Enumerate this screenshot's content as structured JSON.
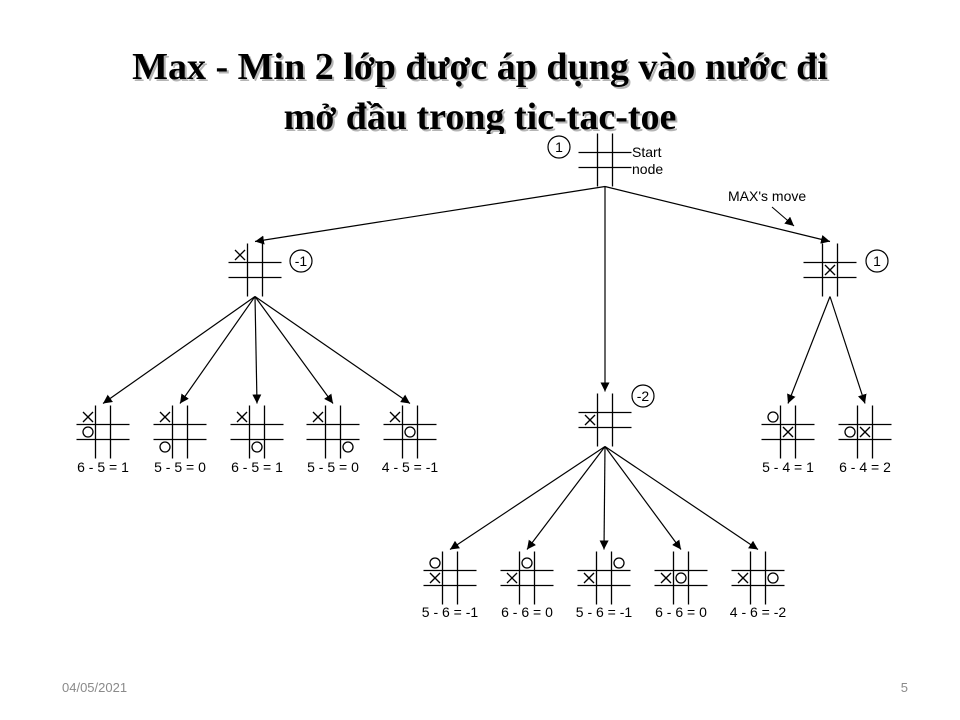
{
  "slide": {
    "title_line1": "Max - Min  2 lớp được áp dụng vào nước đi",
    "title_line2": "mở đầu trong tic-tac-toe",
    "footer_date": "04/05/2021",
    "page_number": "5"
  },
  "diagram": {
    "start_label_line1": "Start",
    "start_label_line2": "node",
    "move_annotation": "MAX's move",
    "nodes": [
      {
        "id": "root",
        "value": "1",
        "cells": [
          "",
          "",
          "",
          "",
          "",
          "",
          "",
          "",
          ""
        ]
      },
      {
        "id": "corner",
        "value": "-1",
        "cells": [
          "X",
          "",
          "",
          "",
          "",
          "",
          "",
          "",
          ""
        ]
      },
      {
        "id": "edge",
        "value": "-2",
        "cells": [
          "",
          "",
          "",
          "X",
          "",
          "",
          "",
          "",
          ""
        ]
      },
      {
        "id": "center",
        "value": "1",
        "cells": [
          "",
          "",
          "",
          "",
          "X",
          "",
          "",
          "",
          ""
        ]
      },
      {
        "id": "c1",
        "label": "6 - 5 = 1",
        "cells": [
          "X",
          "",
          "",
          "O",
          "",
          "",
          "",
          "",
          ""
        ]
      },
      {
        "id": "c2",
        "label": "5 - 5 = 0",
        "cells": [
          "X",
          "",
          "",
          "",
          "",
          "",
          "O",
          "",
          ""
        ]
      },
      {
        "id": "c3",
        "label": "6 - 5 = 1",
        "cells": [
          "X",
          "",
          "",
          "",
          "",
          "",
          "",
          "O",
          ""
        ]
      },
      {
        "id": "c4",
        "label": "5 - 5 = 0",
        "cells": [
          "X",
          "",
          "",
          "",
          "",
          "",
          "",
          "",
          "O"
        ]
      },
      {
        "id": "c5",
        "label": "4 - 5 = -1",
        "cells": [
          "X",
          "",
          "",
          "",
          "O",
          "",
          "",
          "",
          ""
        ]
      },
      {
        "id": "e1",
        "label": "5 - 6 = -1",
        "cells": [
          "O",
          "",
          "",
          "X",
          "",
          "",
          "",
          "",
          ""
        ]
      },
      {
        "id": "e2",
        "label": "6 - 6 = 0",
        "cells": [
          "",
          "O",
          "",
          "X",
          "",
          "",
          "",
          "",
          ""
        ]
      },
      {
        "id": "e3",
        "label": "5 - 6 = -1",
        "cells": [
          "",
          "",
          "O",
          "X",
          "",
          "",
          "",
          "",
          ""
        ]
      },
      {
        "id": "e4",
        "label": "6 - 6 = 0",
        "cells": [
          "",
          "",
          "",
          "X",
          "O",
          "",
          "",
          "",
          ""
        ]
      },
      {
        "id": "e5",
        "label": "4 - 6 = -2",
        "cells": [
          "",
          "",
          "",
          "X",
          "",
          "O",
          "",
          "",
          ""
        ]
      },
      {
        "id": "m1",
        "label": "5 - 4 = 1",
        "cells": [
          "O",
          "",
          "",
          "",
          "X",
          "",
          "",
          "",
          ""
        ]
      },
      {
        "id": "m2",
        "label": "6 - 4 = 2",
        "cells": [
          "",
          "",
          "",
          "O",
          "X",
          "",
          "",
          "",
          ""
        ]
      }
    ],
    "edges": [
      [
        "root",
        "corner"
      ],
      [
        "root",
        "edge"
      ],
      [
        "root",
        "center"
      ],
      [
        "corner",
        "c1"
      ],
      [
        "corner",
        "c2"
      ],
      [
        "corner",
        "c3"
      ],
      [
        "corner",
        "c4"
      ],
      [
        "corner",
        "c5"
      ],
      [
        "edge",
        "e1"
      ],
      [
        "edge",
        "e2"
      ],
      [
        "edge",
        "e3"
      ],
      [
        "edge",
        "e4"
      ],
      [
        "edge",
        "e5"
      ],
      [
        "center",
        "m1"
      ],
      [
        "center",
        "m2"
      ]
    ]
  }
}
